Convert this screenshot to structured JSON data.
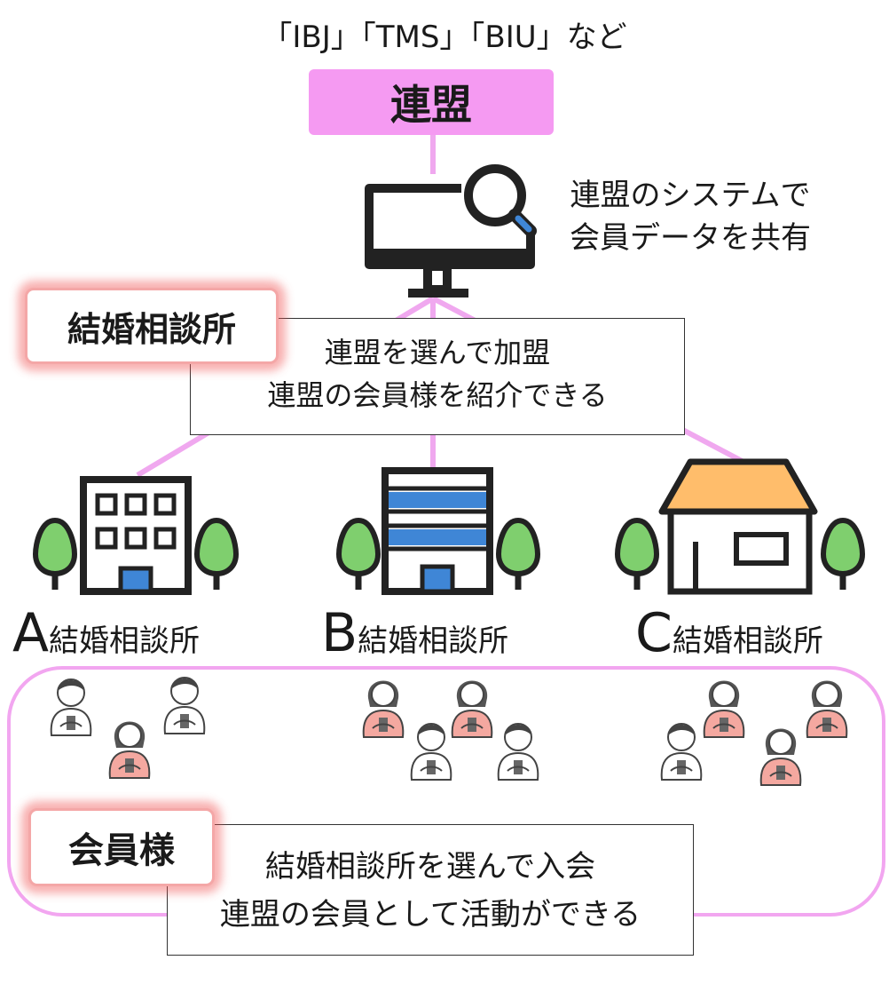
{
  "header": {
    "federations": "「IBJ」「TMS」「BIU」など",
    "federation_label": "連盟"
  },
  "system": {
    "line1": "連盟のシステムで",
    "line2": "会員データを共有"
  },
  "agency": {
    "label": "結婚相談所",
    "desc_line1": "連盟を選んで加盟",
    "desc_line2": "連盟の会員様を紹介できる"
  },
  "agencies": [
    {
      "letter": "A",
      "name": "結婚相談所"
    },
    {
      "letter": "B",
      "name": "結婚相談所"
    },
    {
      "letter": "C",
      "name": "結婚相談所"
    }
  ],
  "member": {
    "label": "会員様",
    "desc_line1": "結婚相談所を選んで入会",
    "desc_line2": "連盟の会員として活動ができる"
  },
  "colors": {
    "accent_pink": "#f59af2",
    "connector": "#f0a8ef",
    "glow_red": "#f05050",
    "building_blue": "#3f86d6",
    "roof_orange": "#ffbd6b",
    "tree_green": "#7fcf6e",
    "shirt_pink": "#f4a8a0"
  },
  "icons": [
    "computer-search-icon",
    "office-building-icon",
    "striped-building-icon",
    "house-icon",
    "tree-icon",
    "person-with-phone-icon"
  ]
}
